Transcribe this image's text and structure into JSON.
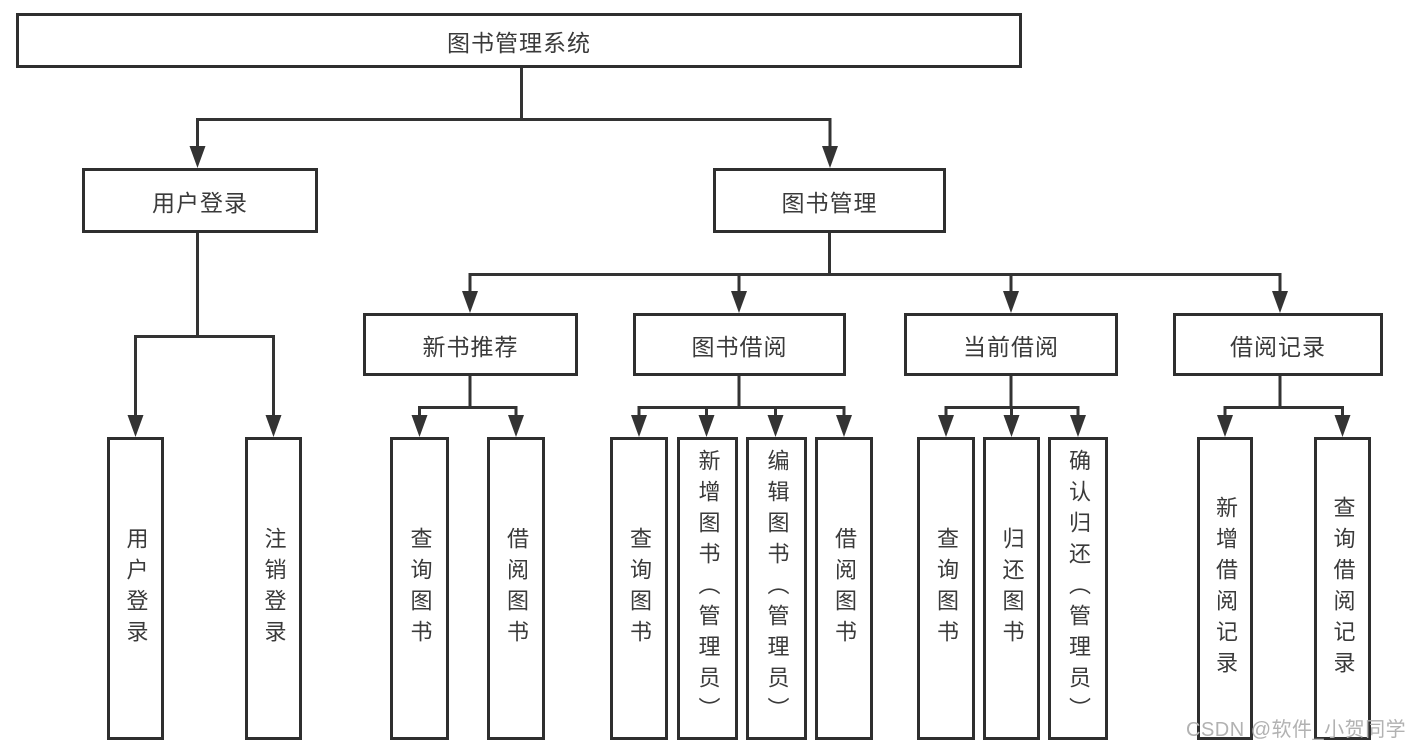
{
  "colors": {
    "line": "#333333",
    "box_border": "#2f2f2f",
    "text": "#3a3a3a",
    "background": "#ffffff",
    "watermark": "#b2b2b2"
  },
  "tree": {
    "root": {
      "label": "图书管理系统"
    },
    "level2": [
      {
        "label": "用户登录"
      },
      {
        "label": "图书管理"
      }
    ],
    "level3": [
      {
        "label": "新书推荐"
      },
      {
        "label": "图书借阅"
      },
      {
        "label": "当前借阅"
      },
      {
        "label": "借阅记录"
      }
    ],
    "leaves": [
      {
        "label": "用户登录",
        "parent": "用户登录"
      },
      {
        "label": "注销登录",
        "parent": "用户登录"
      },
      {
        "label": "查询图书",
        "parent": "新书推荐"
      },
      {
        "label": "借阅图书",
        "parent": "新书推荐"
      },
      {
        "label": "查询图书",
        "parent": "图书借阅"
      },
      {
        "label": "新增图书（管理员）",
        "parent": "图书借阅"
      },
      {
        "label": "编辑图书（管理员）",
        "parent": "图书借阅"
      },
      {
        "label": "借阅图书",
        "parent": "图书借阅"
      },
      {
        "label": "查询图书",
        "parent": "当前借阅"
      },
      {
        "label": "归还图书",
        "parent": "当前借阅"
      },
      {
        "label": "确认归还（管理员）",
        "parent": "当前借阅"
      },
      {
        "label": "新增借阅记录",
        "parent": "借阅记录"
      },
      {
        "label": "查询借阅记录",
        "parent": "借阅记录"
      }
    ]
  },
  "watermark": {
    "text": "CSDN @软件_小贺同学"
  }
}
